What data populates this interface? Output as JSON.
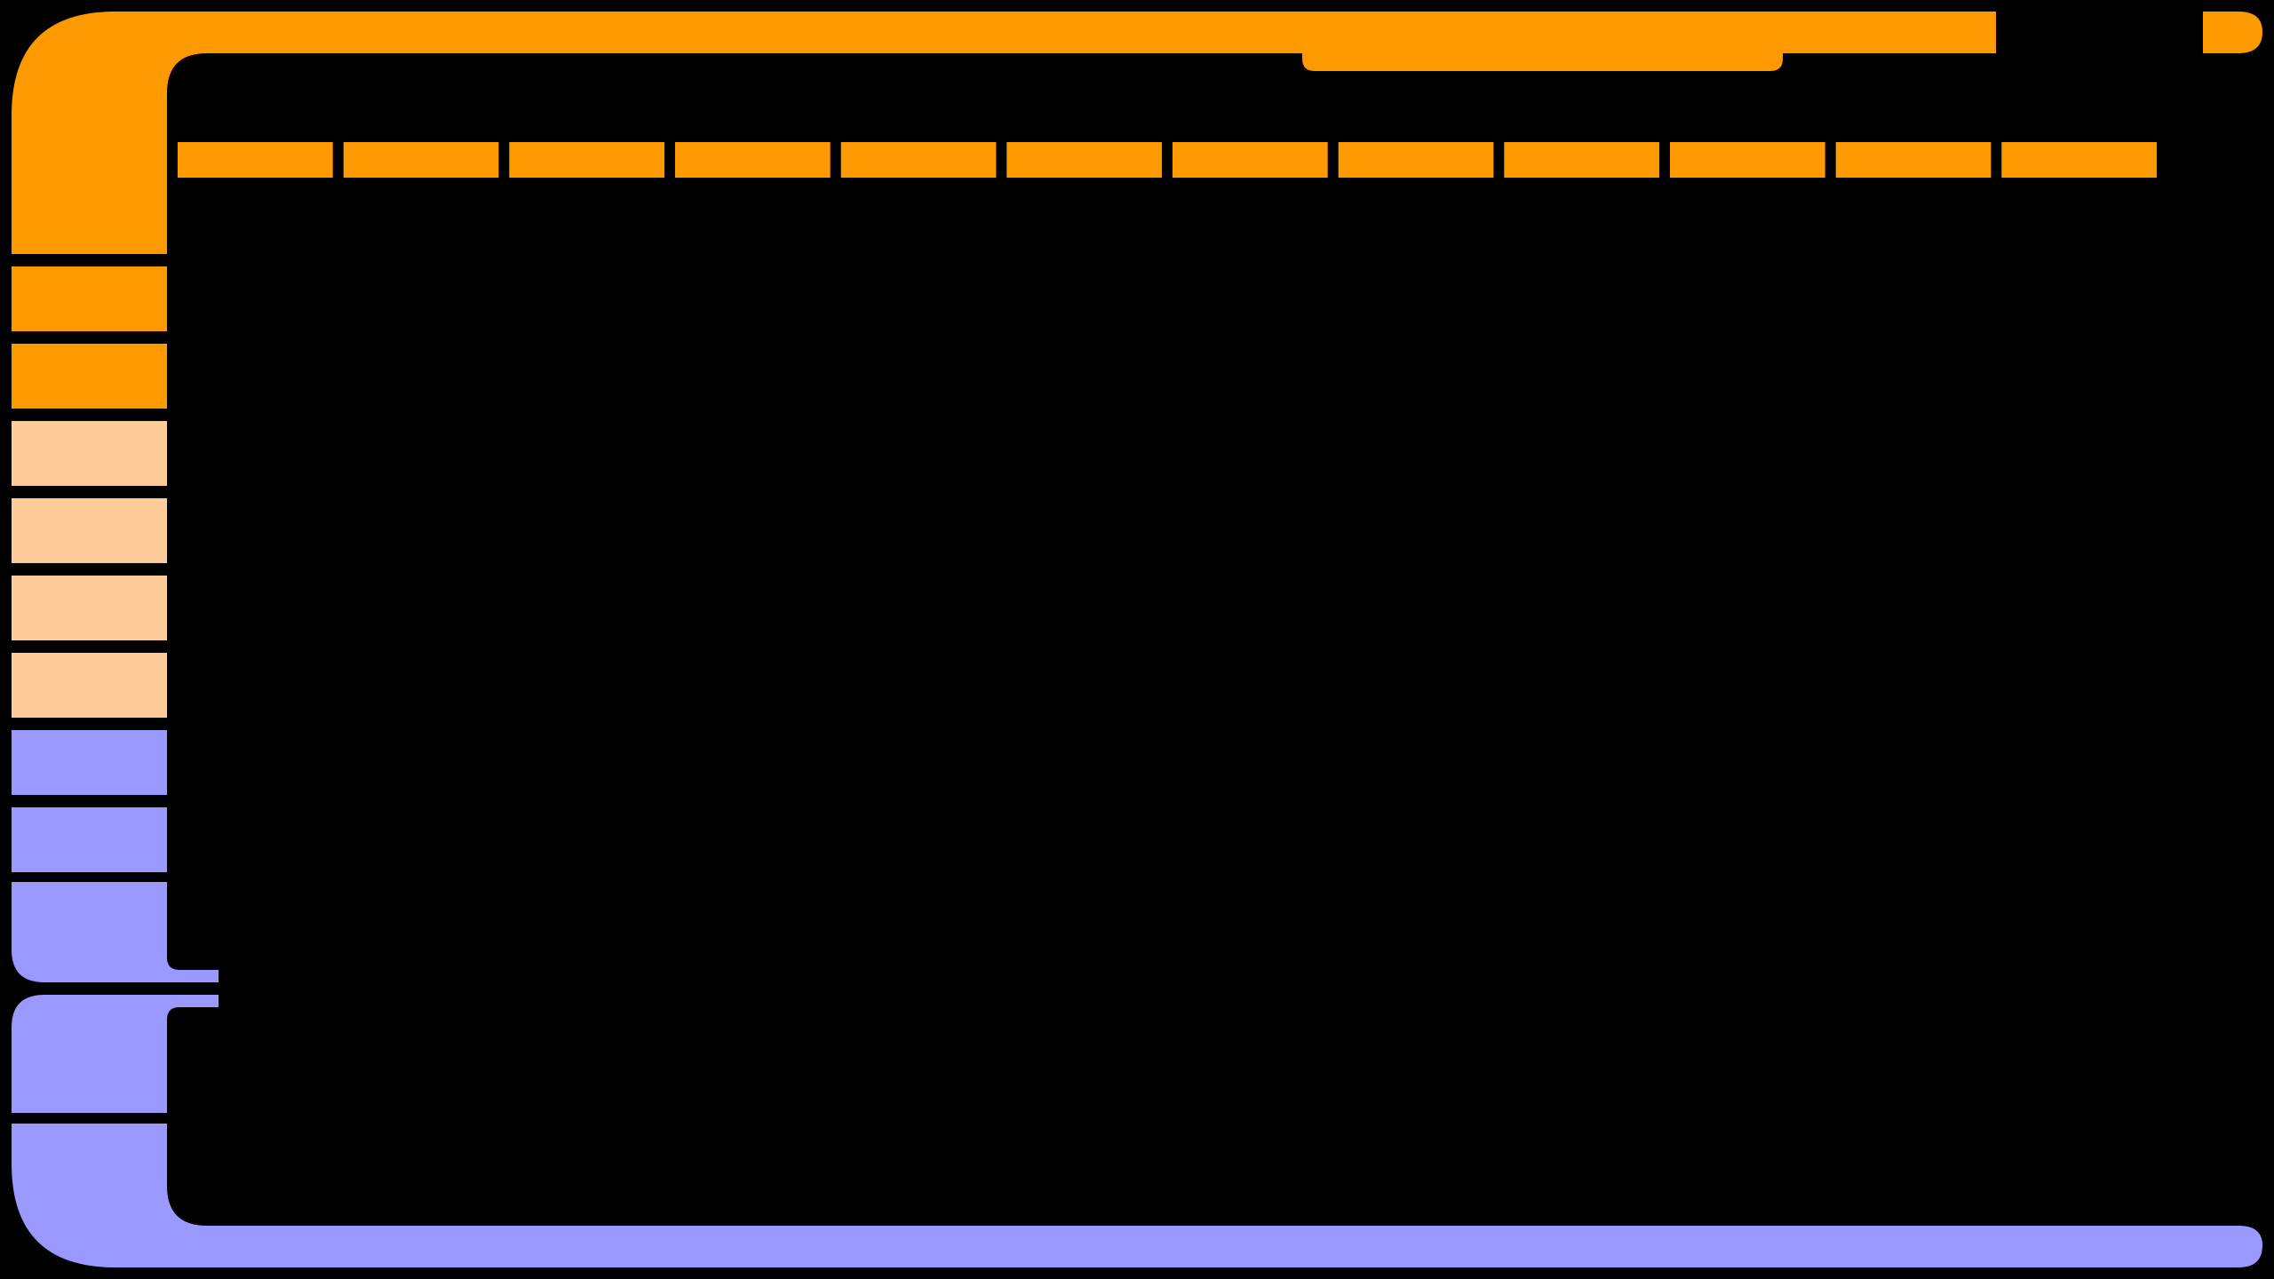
{
  "colors": {
    "background": "#000000",
    "orange": "#FF9900",
    "peach": "#FFCC99",
    "lavender": "#9999FF"
  },
  "sidebar": {
    "buttons": [
      {
        "id": "side-button-1",
        "color": "orange"
      },
      {
        "id": "side-button-2",
        "color": "orange"
      },
      {
        "id": "side-button-3",
        "color": "orange"
      },
      {
        "id": "side-button-4",
        "color": "peach"
      },
      {
        "id": "side-button-5",
        "color": "peach"
      },
      {
        "id": "side-button-6",
        "color": "peach"
      },
      {
        "id": "side-button-7",
        "color": "peach"
      },
      {
        "id": "side-button-8",
        "color": "lavender"
      },
      {
        "id": "side-button-9",
        "color": "lavender"
      }
    ]
  },
  "top_strip": {
    "segment_count": 12,
    "color": "orange"
  }
}
